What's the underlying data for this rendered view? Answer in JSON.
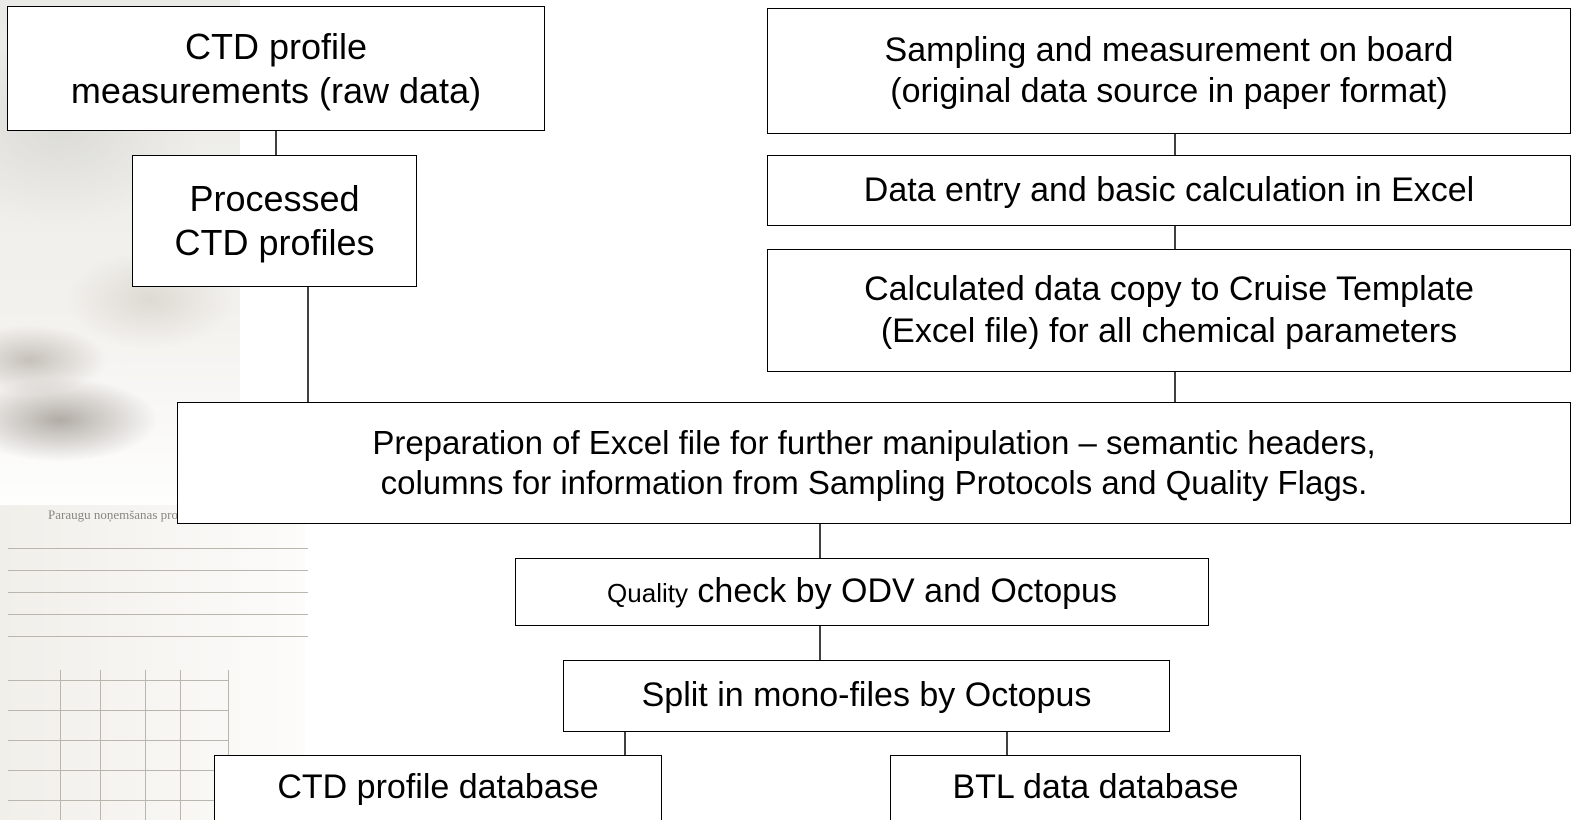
{
  "nodes": {
    "ctd_raw": [
      "CTD profile",
      "measurements (raw data)"
    ],
    "ctd_processed": [
      "Processed",
      "CTD profiles"
    ],
    "sampling": [
      "Sampling and measurement on board",
      "(original data source in paper format)"
    ],
    "data_entry": "Data entry and basic calculation in Excel",
    "calculated": [
      "Calculated data copy to Cruise Template",
      "(Excel file) for all chemical parameters"
    ],
    "preparation": [
      "Preparation of Excel file for further manipulation – semantic headers,",
      "columns for information from Sampling Protocols and Quality Flags."
    ],
    "quality_check": {
      "small": "Quality",
      "rest": " check by ODV and Octopus"
    },
    "split": "Split in mono-files by Octopus",
    "ctd_db": "CTD profile database",
    "btl_db": "BTL data database"
  },
  "background": {
    "document_title": "Paraugu noņemšanas protokols"
  }
}
